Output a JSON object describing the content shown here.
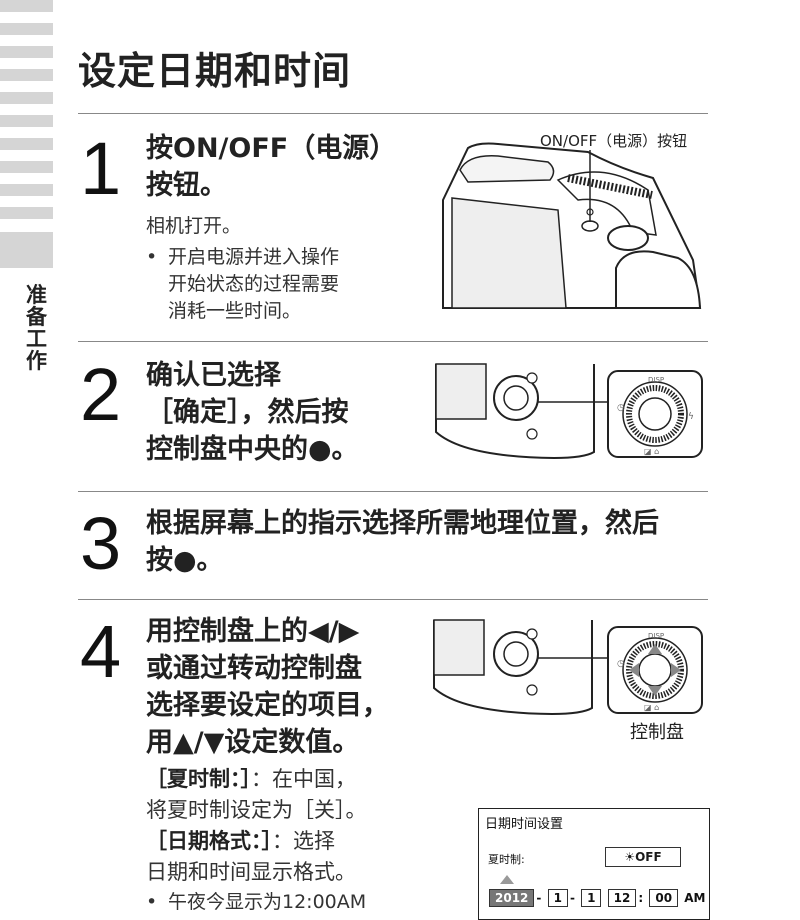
{
  "sidebar": {
    "section_chars": [
      "准",
      "备",
      "工",
      "作"
    ]
  },
  "page_title": "设定日期和时间",
  "steps": [
    {
      "number": "1",
      "text_lines": [
        "按ON/OFF（电源）",
        "按钮。"
      ],
      "result": "相机打开。",
      "bullet_lines": [
        "开启电源并进入操作",
        "开始状态的过程需要",
        "消耗一些时间。"
      ],
      "callout": "ON/OFF（电源）按钮"
    },
    {
      "number": "2",
      "text_lines": [
        "确认已选择",
        "［确定］，然后按",
        "控制盘中央的●。"
      ],
      "dial_labels": {
        "top": "DISP",
        "bottom": "◪ ⌂⁺"
      }
    },
    {
      "number": "3",
      "text_lines": [
        "根据屏幕上的指示选择所需地理位置，然后",
        "按●。"
      ]
    },
    {
      "number": "4",
      "text_lines": [
        "用控制盘上的◀/▶",
        "或通过转动控制盘",
        "选择要设定的项目，",
        "用▲/▼设定数值。"
      ],
      "dial_caption": "控制盘",
      "notes": [
        {
          "label": "［夏时制：］",
          "text_lines": [
            "：在中国，",
            "将夏时制设定为［关］。"
          ]
        },
        {
          "label": "［日期格式：］",
          "text_lines": [
            "：选择",
            "日期和时间显示格式。"
          ]
        }
      ],
      "bullet_partial": "午夜今显示为12:00AM"
    }
  ],
  "screen": {
    "title": "日期时间设置",
    "dst_label": "夏时制:",
    "dst_value": "☀OFF",
    "year": "2012",
    "month": "1",
    "day": "1",
    "hour": "12",
    "minute": "00",
    "ampm": "AM"
  },
  "colors": {
    "stripe": "#d5d5d5",
    "rule": "#888888",
    "text": "#222222"
  }
}
